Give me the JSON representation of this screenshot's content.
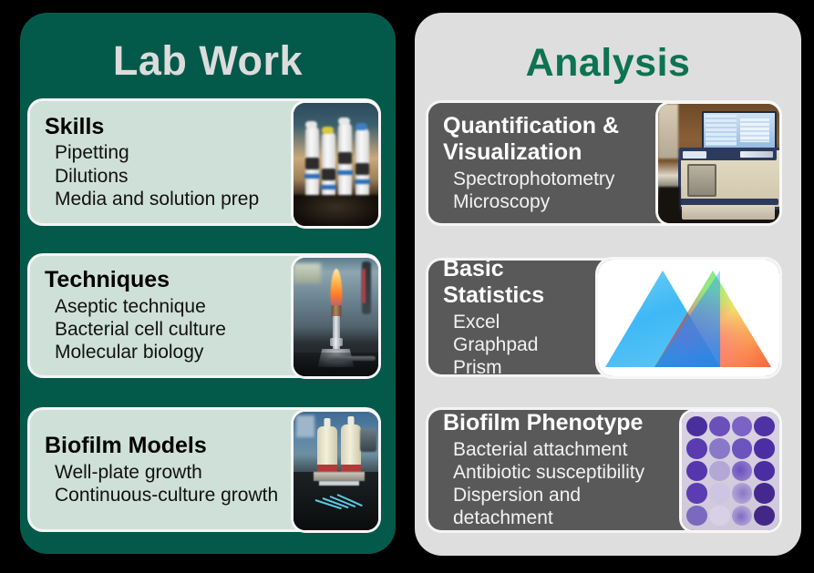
{
  "panels": [
    {
      "id": "lab-work",
      "title": "Lab Work",
      "title_color": "#dcdcdc",
      "background_color": "#045a4a",
      "cards": [
        {
          "title": "Skills",
          "items": [
            "Pipetting",
            "Dilutions",
            "Media and solution prep"
          ],
          "image_name": "pipettes-photo"
        },
        {
          "title": "Techniques",
          "items": [
            "Aseptic technique",
            "Bacterial cell culture",
            "Molecular biology"
          ],
          "image_name": "bunsen-burner-photo"
        },
        {
          "title": "Biofilm Models",
          "items": [
            "Well-plate growth",
            "Continuous-culture growth"
          ],
          "image_name": "continuous-culture-photo"
        }
      ]
    },
    {
      "id": "analysis",
      "title": "Analysis",
      "title_color": "#0d7352",
      "background_color": "#dedede",
      "cards": [
        {
          "title": "Quantification & Visualization",
          "items": [
            "Spectrophotometry",
            "Microscopy"
          ],
          "image_name": "spectrophotometer-photo"
        },
        {
          "title": "Basic Statistics",
          "items": [
            "Excel",
            "Graphpad Prism"
          ],
          "image_name": "graphpad-prism-logo"
        },
        {
          "title": "Biofilm Phenotype",
          "items": [
            "Bacterial attachment",
            "Antibiotic susceptibility",
            "Dispersion and detachment"
          ],
          "image_name": "microplate-crystal-violet-photo"
        }
      ]
    }
  ],
  "colors": {
    "canvas": "#000000",
    "lab_panel": "#045a4a",
    "analysis_panel": "#dedede",
    "light_card": "#cfe0d8",
    "dark_card": "#595959",
    "card_border": "#f4f4f4",
    "lab_title": "#dcdcdc",
    "analysis_title": "#0d7352"
  }
}
